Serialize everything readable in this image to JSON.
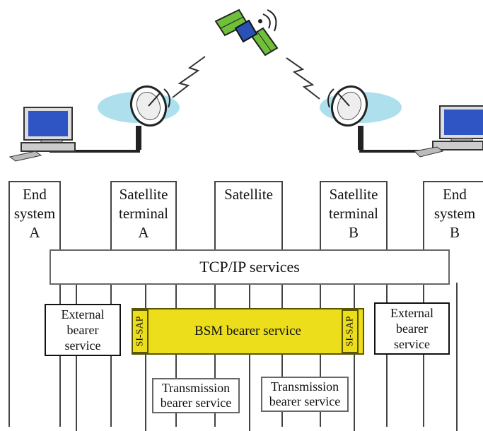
{
  "columns": [
    {
      "label": "End system A"
    },
    {
      "label": "Satellite terminal A"
    },
    {
      "label": "Satellite"
    },
    {
      "label": "Satellite terminal B"
    },
    {
      "label": "End system B"
    }
  ],
  "col_lines": {
    "end_a": [
      "End",
      "system",
      "A"
    ],
    "term_a": [
      "Satellite",
      "terminal",
      "A"
    ],
    "sat": [
      "Satellite"
    ],
    "term_b": [
      "Satellite",
      "terminal",
      "B"
    ],
    "end_b": [
      "End",
      "system",
      "B"
    ]
  },
  "tcp": "TCP/IP services",
  "external_left": [
    "External",
    "bearer",
    "service"
  ],
  "external_right": [
    "External",
    "bearer",
    "service"
  ],
  "bsm": "BSM bearer service",
  "sisap": "SI-SAP",
  "transmission_left": [
    "Transmission",
    "bearer service"
  ],
  "transmission_right": [
    "Transmission",
    "bearer service"
  ],
  "colors": {
    "bsm_fill": "#ecde1a",
    "dish_glow": "#9fd9ea",
    "satellite_panel": "#6fbf3a"
  }
}
